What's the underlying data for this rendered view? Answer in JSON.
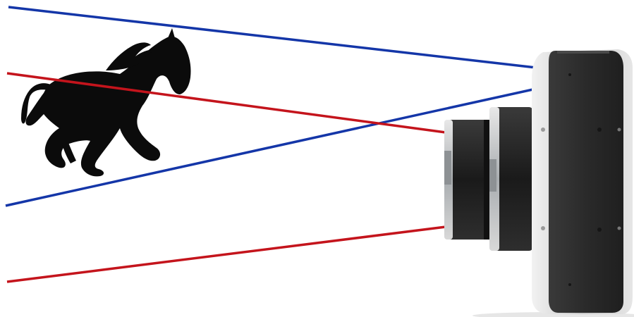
{
  "scene": {
    "subject": "horse-silhouette",
    "device": "camera-side-view",
    "colors": {
      "background": "#ffffff",
      "blue_rays": "#1436a8",
      "red_rays": "#c4141c",
      "horse": "#0b0b0b",
      "camera_body": "#2b2b2b",
      "camera_edge": "#d9d9d9",
      "lens_ring": "#bfc3c6",
      "lens_barrel": "#1c1c1c"
    },
    "rays": [
      {
        "name": "blue-ray-top",
        "color_key": "blue_rays"
      },
      {
        "name": "blue-ray-bottom",
        "color_key": "blue_rays"
      },
      {
        "name": "red-ray-top",
        "color_key": "red_rays"
      },
      {
        "name": "red-ray-bottom",
        "color_key": "red_rays"
      }
    ]
  }
}
